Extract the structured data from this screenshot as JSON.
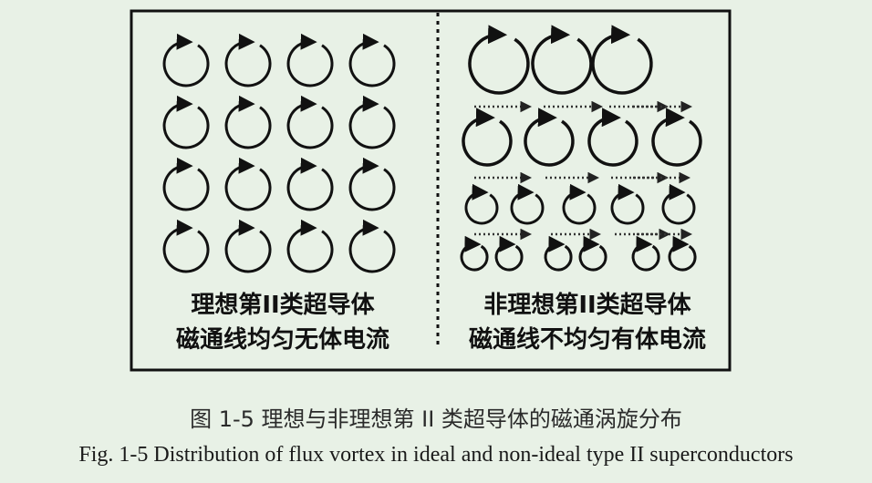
{
  "diagram": {
    "left_panel": {
      "label_line1": "理想第II类超导体",
      "label_line2": "磁通线均匀无体电流"
    },
    "right_panel": {
      "label_line1": "非理想第II类超导体",
      "label_line2": "磁通线不均匀有体电流"
    },
    "colors": {
      "background": "#e8f1e6",
      "stroke": "#111111",
      "dotted_arrow": "#333333"
    },
    "icons": [
      "vortex-icon",
      "dotted-arrow-icon"
    ]
  },
  "caption_cn": "图 1-5  理想与非理想第 II 类超导体的磁通涡旋分布",
  "caption_en": "Fig. 1-5 Distribution of flux vortex in ideal and non-ideal type II superconductors"
}
